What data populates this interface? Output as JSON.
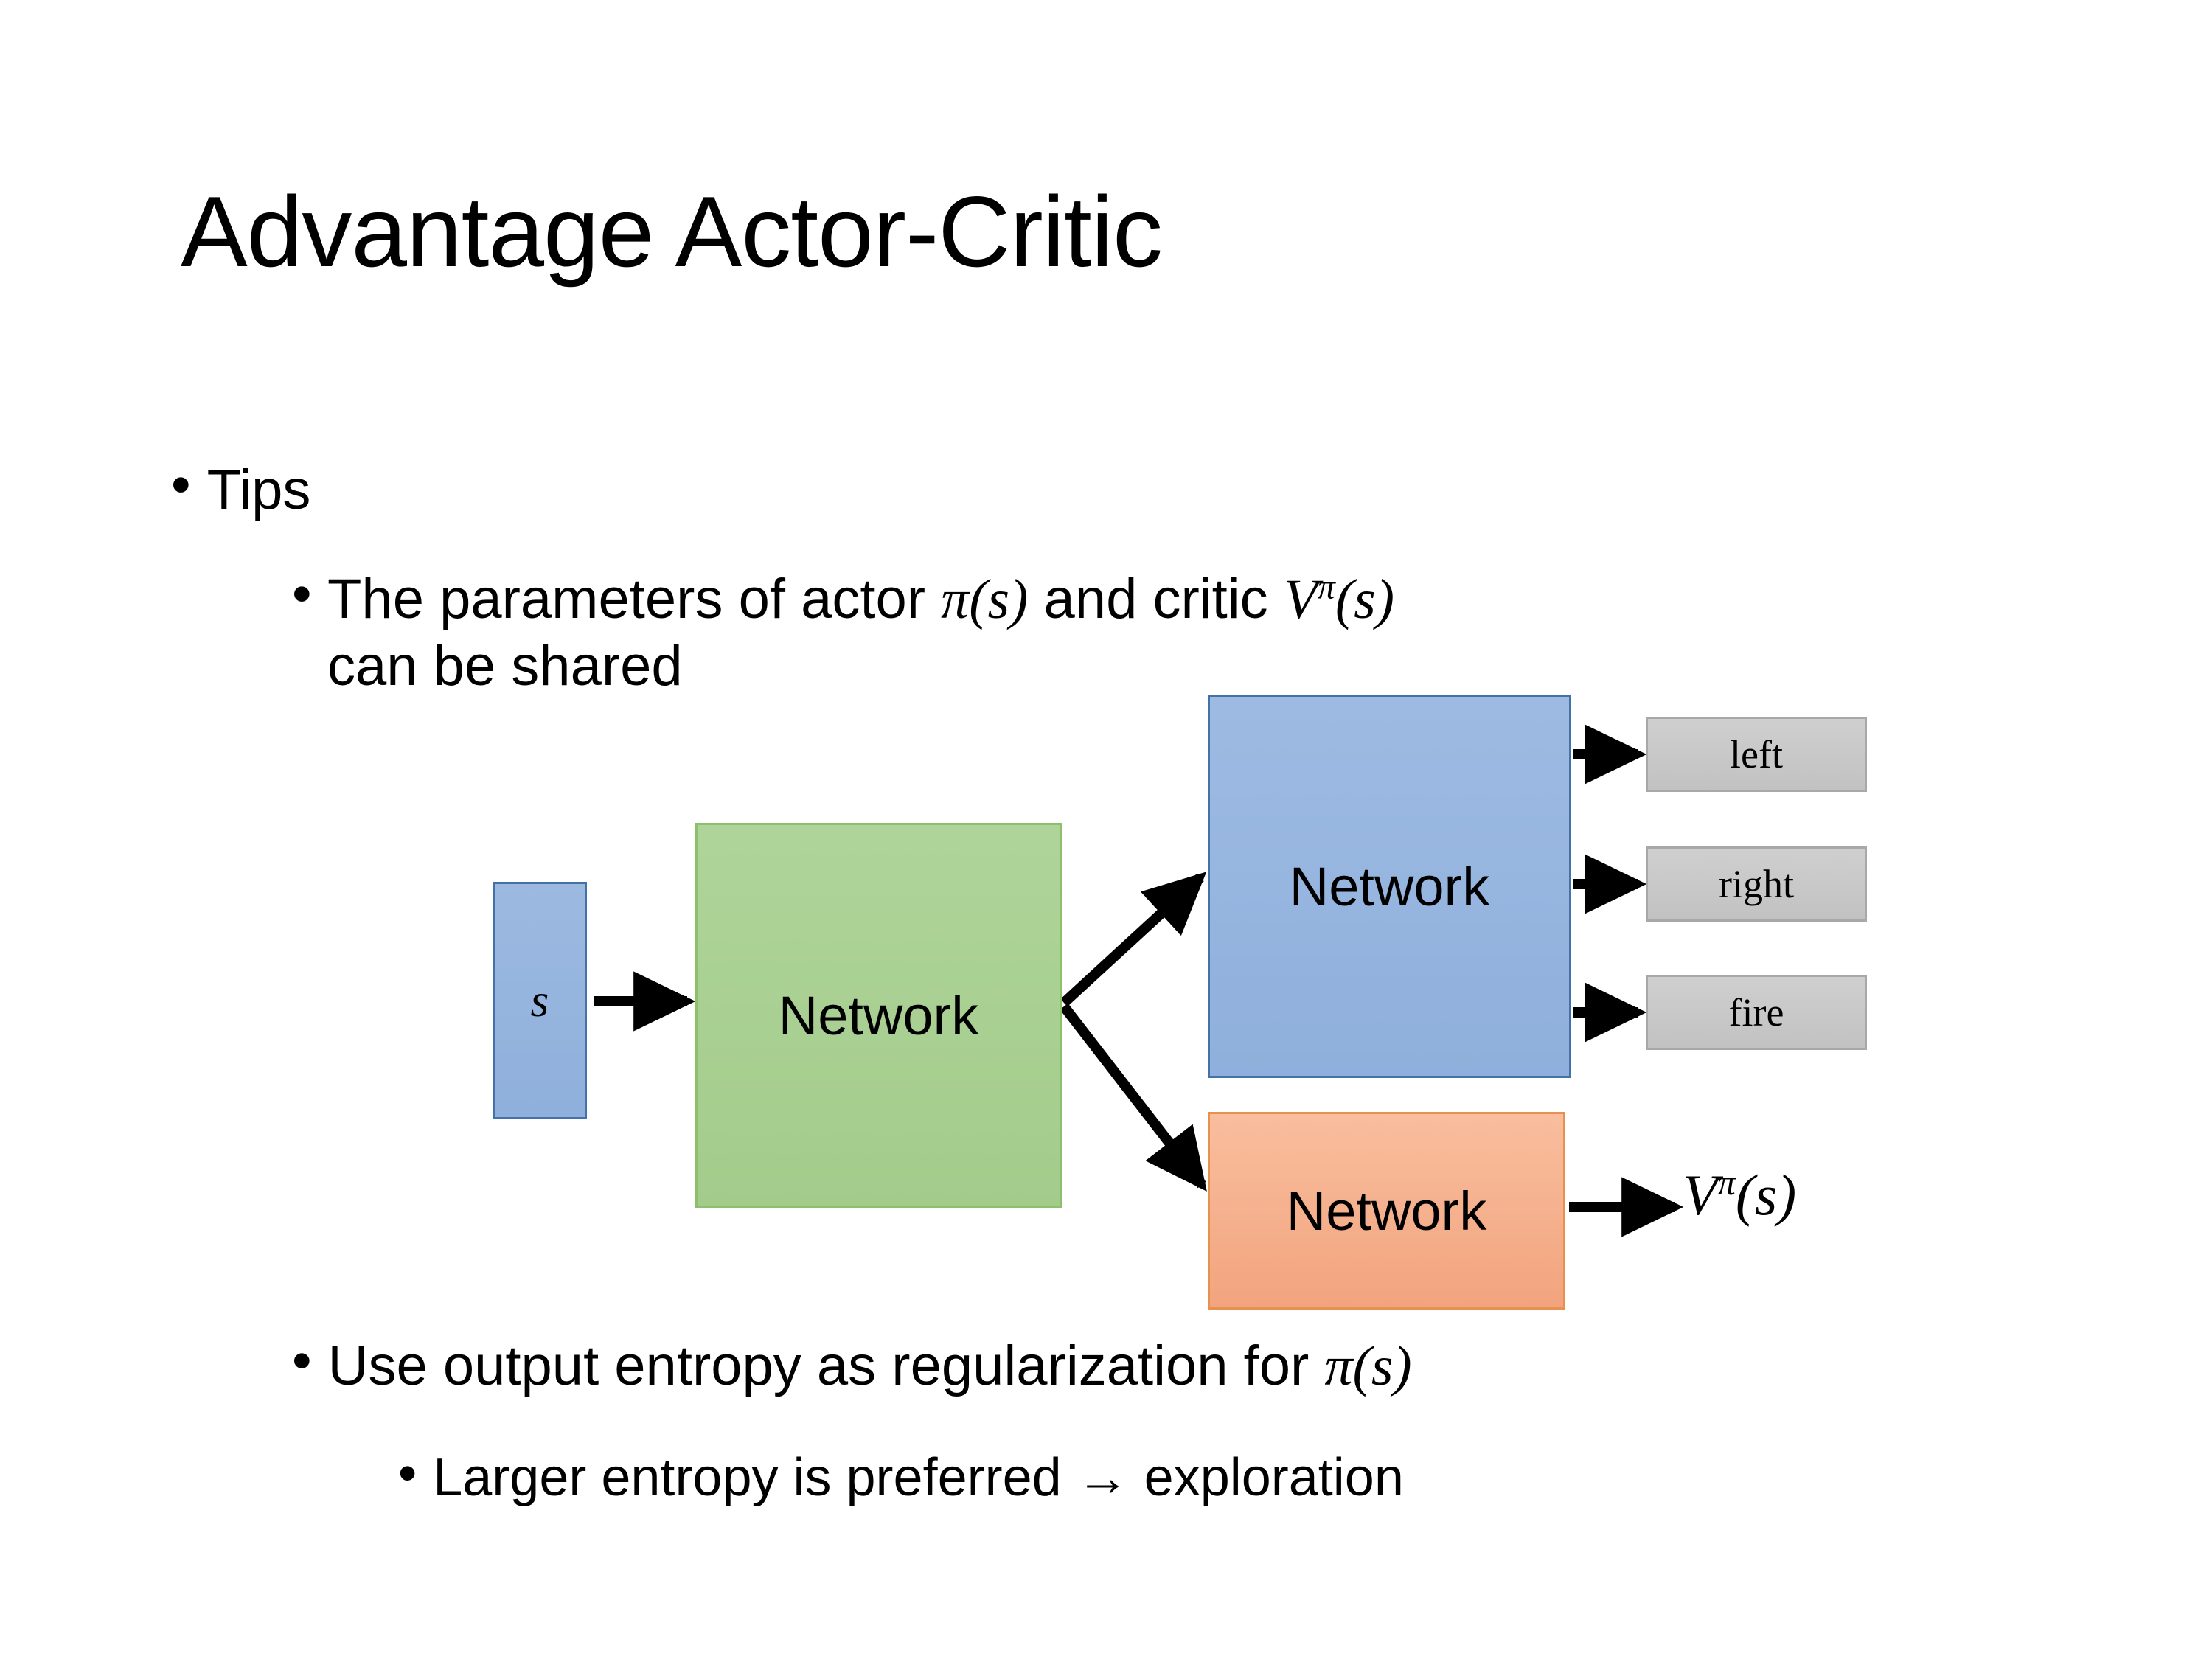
{
  "slide": {
    "title": "Advantage Actor-Critic",
    "background": "#ffffff"
  },
  "bullets": {
    "tips": {
      "marker": "•",
      "text": "Tips"
    },
    "shared_params": {
      "marker": "•",
      "part1": "The parameters of actor ",
      "math_actor": "π(s)",
      "part2": "  and critic ",
      "math_critic_base": "V",
      "math_critic_sup": "π",
      "math_critic_arg": "(s)",
      "part3": "can be shared",
      "full_text": "The parameters of actor π(s)  and critic Vπ(s) can be shared"
    },
    "entropy": {
      "marker": "•",
      "part1": "Use output entropy as regularization for ",
      "math": "π(s)",
      "full_text": "Use output entropy as regularization for π(s)"
    },
    "larger_entropy": {
      "marker": "•",
      "text": "Larger entropy is preferred → exploration"
    }
  },
  "diagram": {
    "state_box": {
      "label": "s",
      "fill": "#95B3DC",
      "border": "#4472A8"
    },
    "shared_network": {
      "label": "Network",
      "fill": "#A9D08E",
      "border": "#8CC06A"
    },
    "actor_network": {
      "label": "Network",
      "fill": "#95B3DC",
      "border": "#4472A8"
    },
    "critic_network": {
      "label": "Network",
      "fill": "#F4AF8C",
      "border": "#E8914F"
    },
    "actions": [
      {
        "label": "left",
        "fill": "#C8C8C8",
        "border": "#A8A8A8"
      },
      {
        "label": "right",
        "fill": "#C8C8C8",
        "border": "#A8A8A8"
      },
      {
        "label": "fire",
        "fill": "#C8C8C8",
        "border": "#A8A8A8"
      }
    ],
    "value_output": {
      "base": "V",
      "superscript": "π",
      "arg": "(s)",
      "full": "Vπ(s)"
    },
    "arrow_color": "#000000"
  }
}
